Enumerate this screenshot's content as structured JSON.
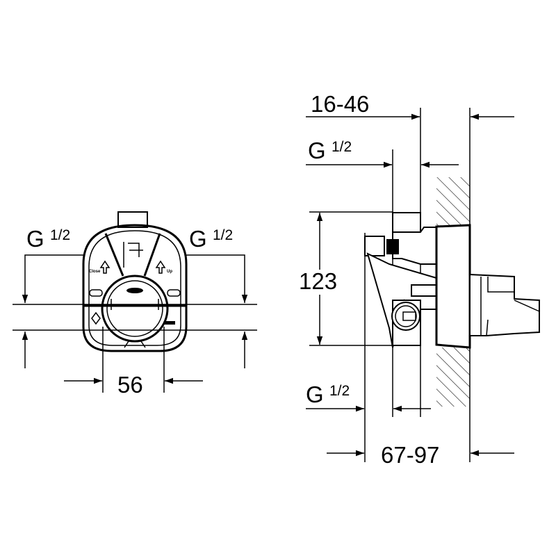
{
  "front_view": {
    "inlet_left": {
      "main": "G",
      "fraction": "1/2"
    },
    "inlet_right": {
      "main": "G",
      "fraction": "1/2"
    },
    "width_dim": "56",
    "label_close": "Close",
    "label_up": "Up"
  },
  "side_view": {
    "depth_top_dim": "16-46",
    "inlet_top": {
      "main": "G",
      "fraction": "1/2"
    },
    "height_dim": "123",
    "inlet_bottom": {
      "main": "G",
      "fraction": "1/2"
    },
    "depth_bottom_dim": "67-97"
  }
}
